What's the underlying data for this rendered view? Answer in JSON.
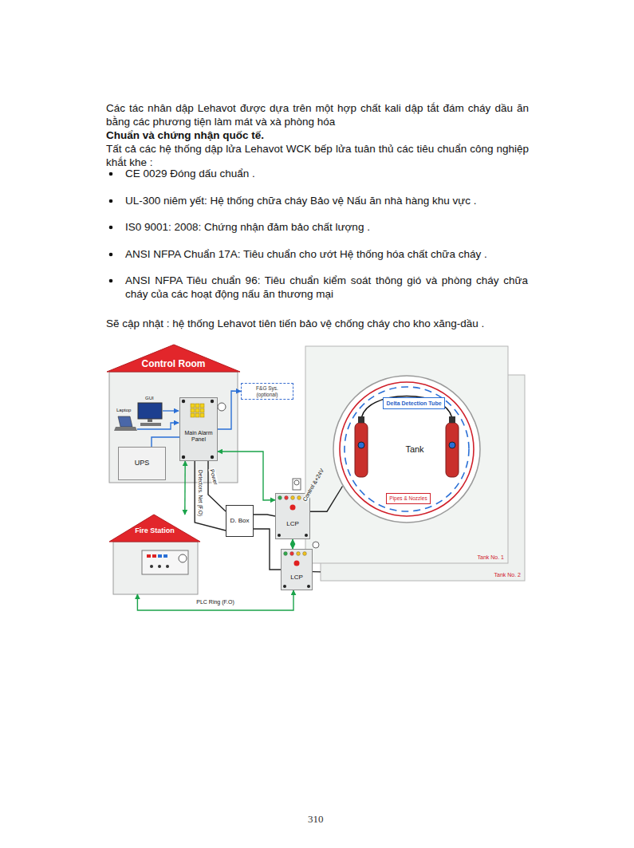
{
  "diagram": {
    "nodes": [
      {
        "text": [
          "Control Room"
        ]
      },
      {
        "text": [
          "Main Alarm Panel"
        ],
        "in": 0
      },
      {
        "text": [
          "UPS"
        ],
        "in": 0
      },
      {
        "text": [
          "F&G Sys. (optional)"
        ]
      },
      {
        "text": [
          "Tank No. 2"
        ]
      },
      {
        "text": [
          "Tank No. 1"
        ]
      },
      {
        "text": [
          "Tank"
        ],
        "in": 5
      },
      {
        "text": [
          "Delta Detection Tube"
        ],
        "in": 6
      },
      {
        "text": [
          "Pipes & Nozzles"
        ],
        "in": 6
      },
      {
        "text": [
          "LCP"
        ]
      },
      {
        "text": [
          "LCP"
        ]
      },
      {
        "text": [
          "D. Box"
        ]
      },
      {
        "text": [
          "Fire Station"
        ]
      }
    ],
    "edges": [
      {
        "from": 1,
        "to": 3,
        "arrow": "to"
      },
      {
        "from": 2,
        "to": 1,
        "arrow": "none"
      },
      {
        "from": 1,
        "to": 11,
        "label": "Power",
        "arrow": "none"
      },
      {
        "from": 1,
        "to": 11,
        "label": "Detectors. Net (F.O)",
        "arrow": "none"
      },
      {
        "from": 1,
        "to": 9,
        "arrow": "both"
      },
      {
        "from": 1,
        "to": 12,
        "arrow": "both"
      },
      {
        "from": 11,
        "to": 9,
        "arrow": "none"
      },
      {
        "from": 11,
        "to": 10,
        "arrow": "none"
      },
      {
        "from": 9,
        "to": 10,
        "arrow": "both"
      },
      {
        "from": 12,
        "to": 10,
        "label": "PLC Ring (F.O)",
        "arrow": "both"
      },
      {
        "from": 9,
        "to": 6,
        "label": "Control &+24V",
        "arrow": "none"
      },
      {
        "from": 10,
        "to": 4,
        "arrow": "none"
      }
    ],
    "labels": [
      "Các tác nhân dập Lehavot được dựa trên một hợp chất kali dập tắt đám cháy dầu ăn bằng các phương tiện làm mát và xà phòng hóa",
      "Chuẩn và chứng nhận quốc tế.",
      "Tất cả các hệ thống dập lửa Lehavot WCK bếp lửa tuân thủ các tiêu chuẩn công nghiệp khắt khe :",
      "CE 0029 Đóng dấu chuẩn .",
      "UL-300 niêm yết: Hệ thống chữa cháy Bảo vệ Nấu ăn nhà hàng khu vực .",
      "IS0 9001: 2008: Chứng nhận đảm bảo chất lượng .",
      "ANSI NFPA Chuẩn 17A: Tiêu chuẩn cho ướt Hệ thống hóa chất chữa cháy .",
      "ANSI NFPA Tiêu chuẩn 96: Tiêu chuẩn kiểm soát thông gió và phòng cháy chữa cháy của các hoạt động nấu ăn thương mại",
      "Sẽ cập nhật : hệ thống Lehavot tiên tiến bảo vệ chống cháy cho kho xăng-dầu .",
      "GUI",
      "Laptop",
      "310"
    ]
  }
}
